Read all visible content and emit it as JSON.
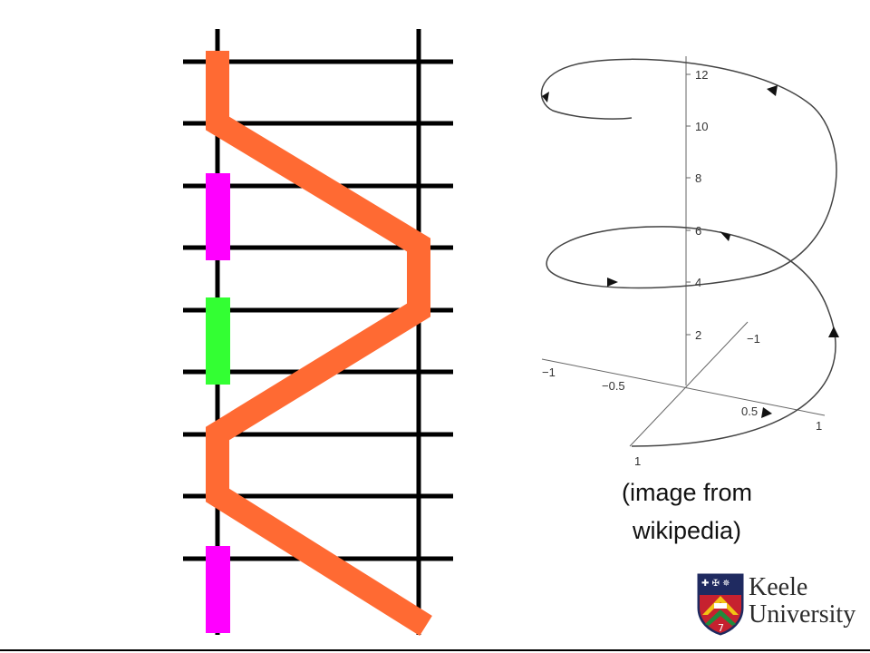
{
  "caption": {
    "line1": "(image from",
    "line2": "wikipedia)"
  },
  "logo": {
    "name_line1": "Keele",
    "name_line2": "University",
    "shield_numeral": "7"
  },
  "helix": {
    "z_ticks": [
      "2",
      "4",
      "6",
      "8",
      "10",
      "12"
    ],
    "x_ticks": [
      "−1",
      "−0.5",
      "0.5",
      "1"
    ],
    "y_ticks": [
      "−1",
      "1"
    ]
  },
  "colors": {
    "orange_path": "#ff6a33",
    "magenta_block": "#ff00ff",
    "green_block": "#33ff33",
    "rails": "#000000"
  },
  "ladder": {
    "rungs": 9,
    "blocks": [
      {
        "color": "magenta"
      },
      {
        "color": "green"
      },
      {
        "color": "magenta"
      }
    ]
  }
}
